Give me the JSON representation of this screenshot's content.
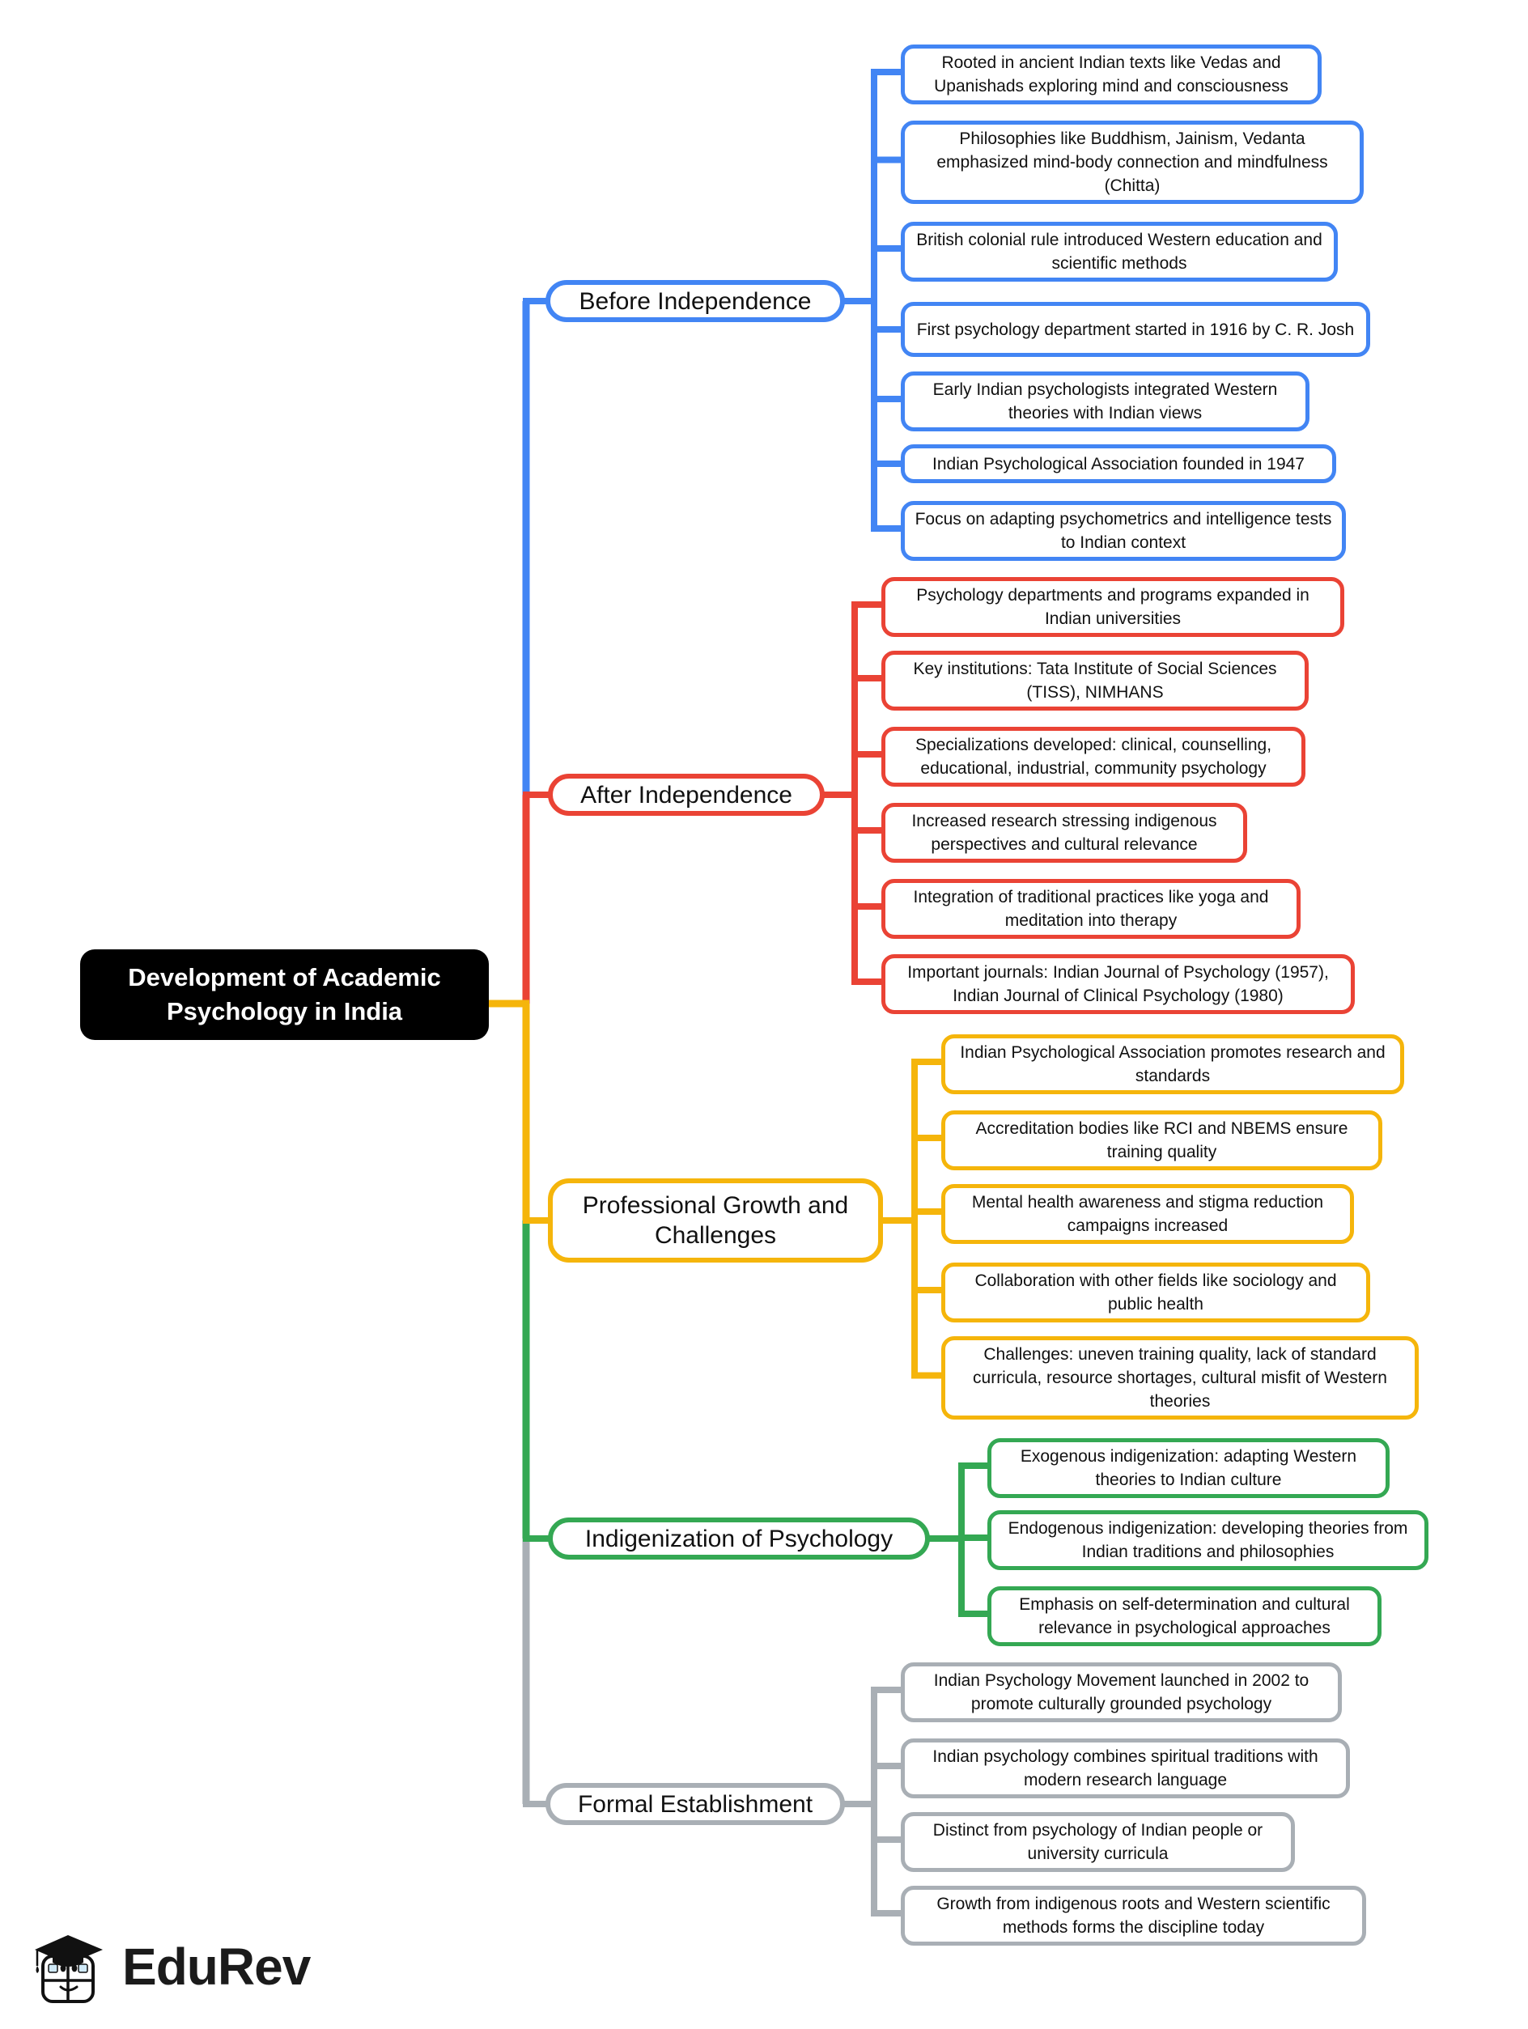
{
  "root": {
    "title": "Development of Academic Psychology in India"
  },
  "branches": [
    {
      "id": "before-independence",
      "label": "Before Independence",
      "color": "#4285F4",
      "children": [
        "Rooted in ancient Indian texts like Vedas and Upanishads exploring mind and consciousness",
        "Philosophies like Buddhism, Jainism, Vedanta emphasized mind-body connection and mindfulness (Chitta)",
        "British colonial rule introduced Western education and scientific methods",
        "First psychology department started in 1916 by C. R. Josh",
        "Early Indian psychologists integrated Western theories with Indian views",
        "Indian Psychological Association founded in 1947",
        "Focus on adapting psychometrics and intelligence tests to Indian context"
      ]
    },
    {
      "id": "after-independence",
      "label": "After Independence",
      "color": "#EA4335",
      "children": [
        "Psychology departments and programs expanded in Indian universities",
        "Key institutions: Tata Institute of Social Sciences (TISS), NIMHANS",
        "Specializations developed: clinical, counselling, educational, industrial, community psychology",
        "Increased research stressing indigenous perspectives and cultural relevance",
        "Integration of traditional practices like yoga and meditation into therapy",
        "Important journals: Indian Journal of Psychology (1957), Indian Journal of Clinical Psychology (1980)"
      ]
    },
    {
      "id": "professional-growth-and-challenges",
      "label": "Professional Growth and Challenges",
      "color": "#F5B50B",
      "children": [
        "Indian Psychological Association promotes research and standards",
        "Accreditation bodies like RCI and NBEMS ensure training quality",
        "Mental health awareness and stigma reduction campaigns increased",
        "Collaboration with other fields like sociology and public health",
        "Challenges: uneven training quality, lack of standard curricula, resource shortages, cultural misfit of Western theories"
      ]
    },
    {
      "id": "indigenization-of-psychology",
      "label": "Indigenization of Psychology",
      "color": "#34A853",
      "children": [
        "Exogenous indigenization: adapting Western theories to Indian culture",
        "Endogenous indigenization: developing theories from Indian traditions and philosophies",
        "Emphasis on self-determination and cultural relevance in psychological approaches"
      ]
    },
    {
      "id": "formal-establishment",
      "label": "Formal Establishment",
      "color": "#A9AFB5",
      "children": [
        "Indian Psychology Movement launched in 2002 to promote culturally grounded psychology",
        "Indian psychology combines spiritual traditions with modern research language",
        "Distinct from psychology of Indian people or university curricula",
        "Growth from indigenous roots and Western scientific methods forms the discipline today"
      ]
    }
  ],
  "logo": {
    "text": "EduRev"
  }
}
